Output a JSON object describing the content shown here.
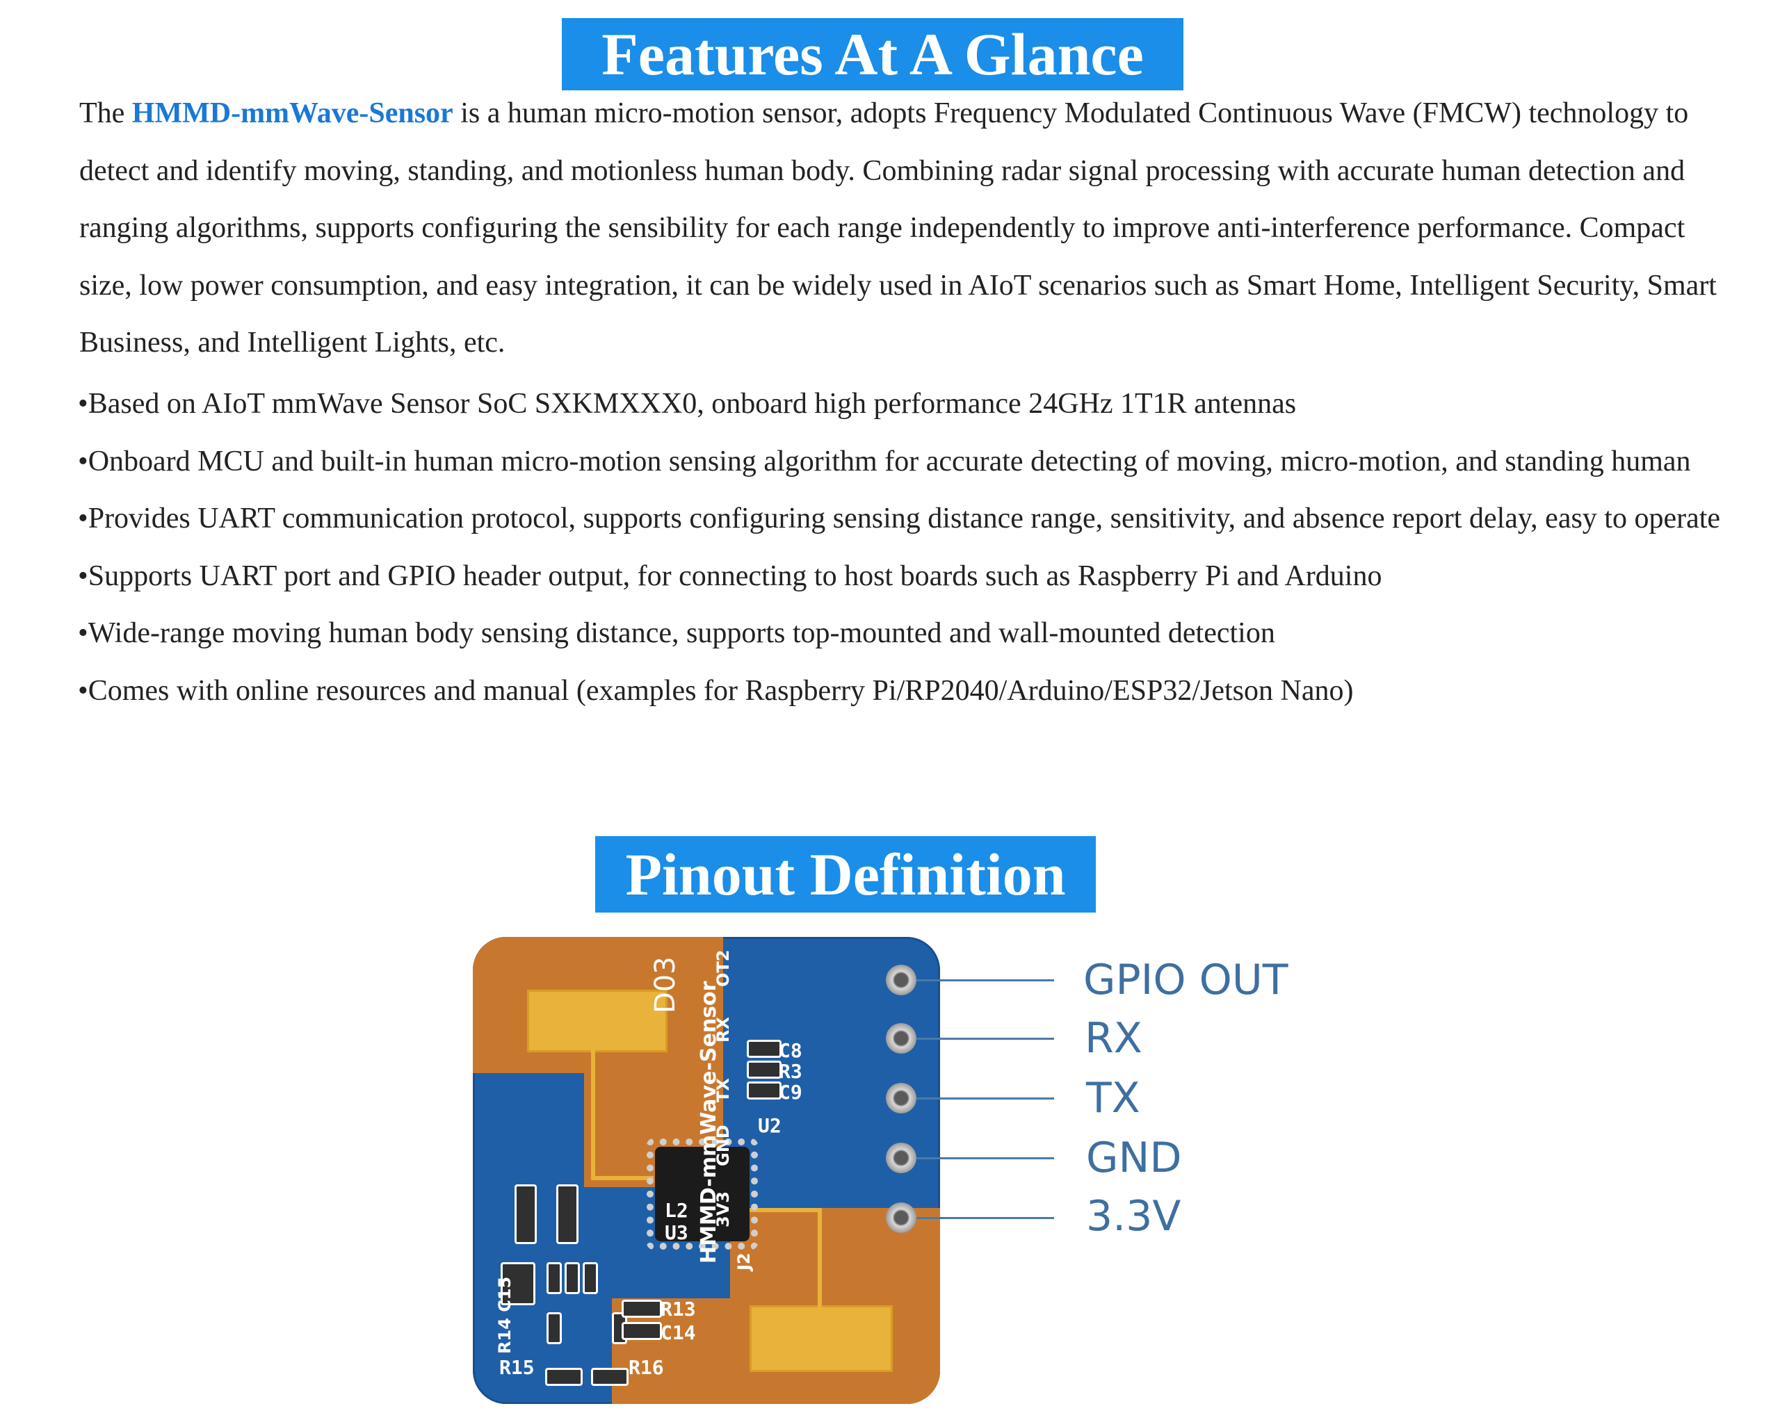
{
  "headings": {
    "features": "Features At A Glance",
    "pinout": "Pinout Definition"
  },
  "intro": {
    "prefix": "The ",
    "product": "HMMD-mmWave-Sensor",
    "text": " is a human micro-motion sensor, adopts Frequency Modulated Continuous Wave (FMCW) technology to detect and identify moving, standing, and motionless human body. Combining radar signal processing with accurate human detection and ranging algorithms, supports configuring the sensibility for each range independently to improve anti-interference performance. Compact size, low power consumption, and easy integration, it can be widely used in AIoT scenarios such as Smart Home, Intelligent Security, Smart Business, and Intelligent Lights, etc."
  },
  "features": [
    "•Based on AIoT mmWave Sensor SoC SXKMXXX0, onboard high performance 24GHz 1T1R antennas",
    "•Onboard MCU and built-in human micro-motion sensing algorithm for accurate detecting of moving, micro-motion, and standing human",
    "•Provides UART communication protocol, supports configuring sensing distance range, sensitivity, and absence report delay, easy to operate",
    "•Supports UART port and GPIO header output, for connecting to host boards such as Raspberry Pi and Arduino",
    "•Wide-range moving human body sensing distance, supports top-mounted and wall-mounted detection",
    "•Comes with online resources and manual (examples for Raspberry Pi/RP2040/Arduino/ESP32/Jetson Nano)"
  ],
  "pinout": {
    "pins": [
      "GPIO OUT",
      "RX",
      "TX",
      "GND",
      "3.3V"
    ],
    "board_silkscreen": {
      "product": "HMMD-mmWave-Sensor",
      "header_pins": [
        "OT2",
        "RX",
        "TX",
        "GND",
        "3V3"
      ],
      "header": "J2",
      "codes": [
        "D03",
        "C8",
        "R3",
        "C9",
        "U2",
        "L2",
        "U3",
        "R13",
        "C14",
        "R14",
        "C15",
        "R15",
        "R16"
      ]
    }
  },
  "colors": {
    "banner": "#1a8ee8",
    "product_name": "#1a78d8",
    "pin_label": "#3e6fa0",
    "pcb_blue": "#1f5fa8",
    "pcb_copper": "#c8782e",
    "antenna_gold": "#e9b23a"
  }
}
